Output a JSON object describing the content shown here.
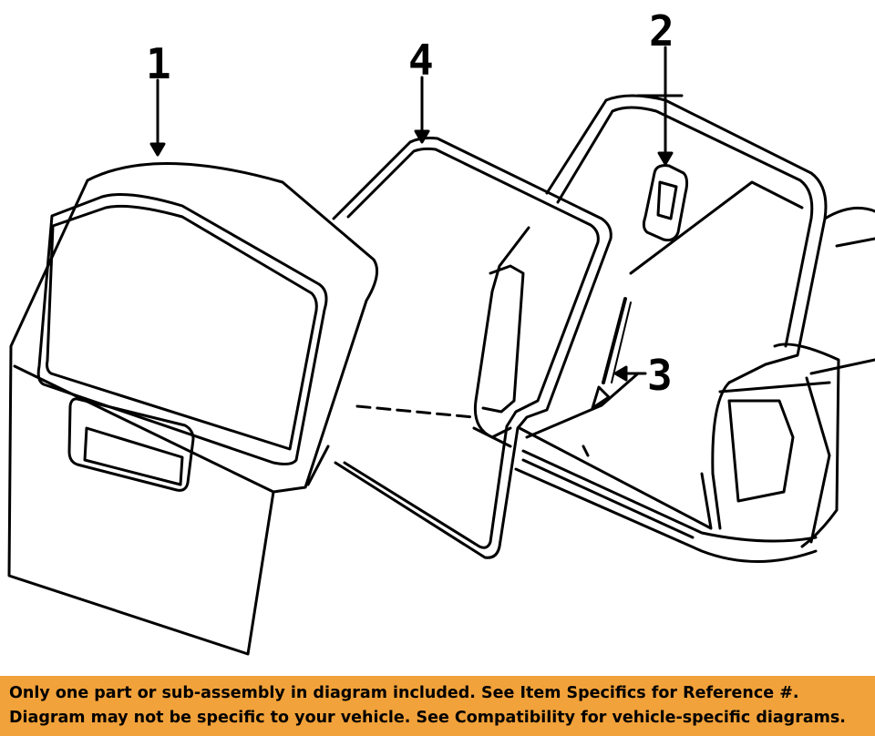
{
  "callouts": {
    "tailgate": "1",
    "striker": "2",
    "support_strut": "3",
    "weatherstrip": "4"
  },
  "notice": {
    "line1": "Only one part or sub-assembly in diagram included. See Item Specifics for Reference #.",
    "line2": "Diagram may not be specific to your vehicle. See Compatibility for vehicle-specific diagrams."
  },
  "colors": {
    "notice_background": "#f2a23a",
    "line_art": "#000000"
  }
}
